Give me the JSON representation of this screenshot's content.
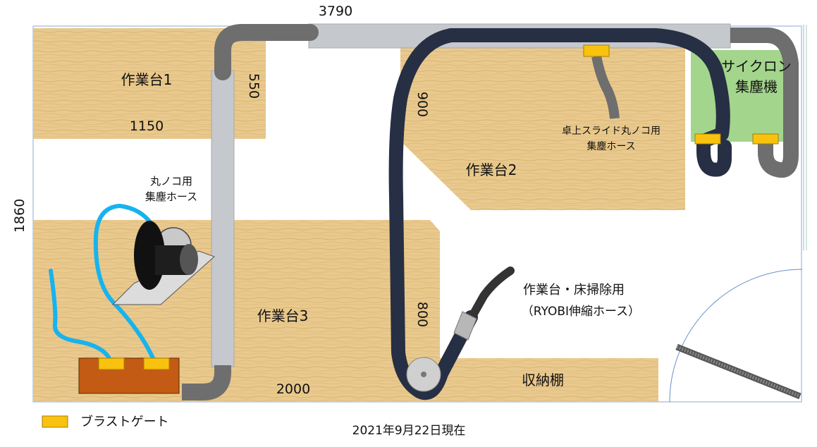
{
  "dimensions": {
    "width_mm": "3790",
    "height_mm": "1860",
    "wall_a": "550",
    "wall_b": "900",
    "wall_c": "800",
    "bench1_width": "1150",
    "bench3_width": "2000"
  },
  "zones": {
    "bench1": "作業台1",
    "bench2": "作業台2",
    "bench3": "作業台3",
    "storage": "収納棚",
    "cyclone_line1": "サイクロン",
    "cyclone_line2": "集塵機"
  },
  "annotations": {
    "circular_saw_line1": "丸ノコ用",
    "circular_saw_line2": "集塵ホース",
    "slide_saw_line1": "卓上スライド丸ノコ用",
    "slide_saw_line2": "集塵ホース",
    "ryobi_line1": "作業台・床掃除用",
    "ryobi_line2": "（RYOBI伸縮ホース）"
  },
  "legend": {
    "blast_gate": "ブラストゲート"
  },
  "footer": {
    "date": "2021年9月22日現在"
  },
  "colors": {
    "wood": "#e9c98d",
    "wall": "#9fb8d9",
    "duct": "#c5c8cc",
    "hose_gray": "#6e6e6e",
    "hose_navy": "#262f44",
    "hose_blue": "#17b3ee",
    "gate": "#f9c20e",
    "cyclone": "#a3d58c",
    "manifold": "#c45b14"
  }
}
